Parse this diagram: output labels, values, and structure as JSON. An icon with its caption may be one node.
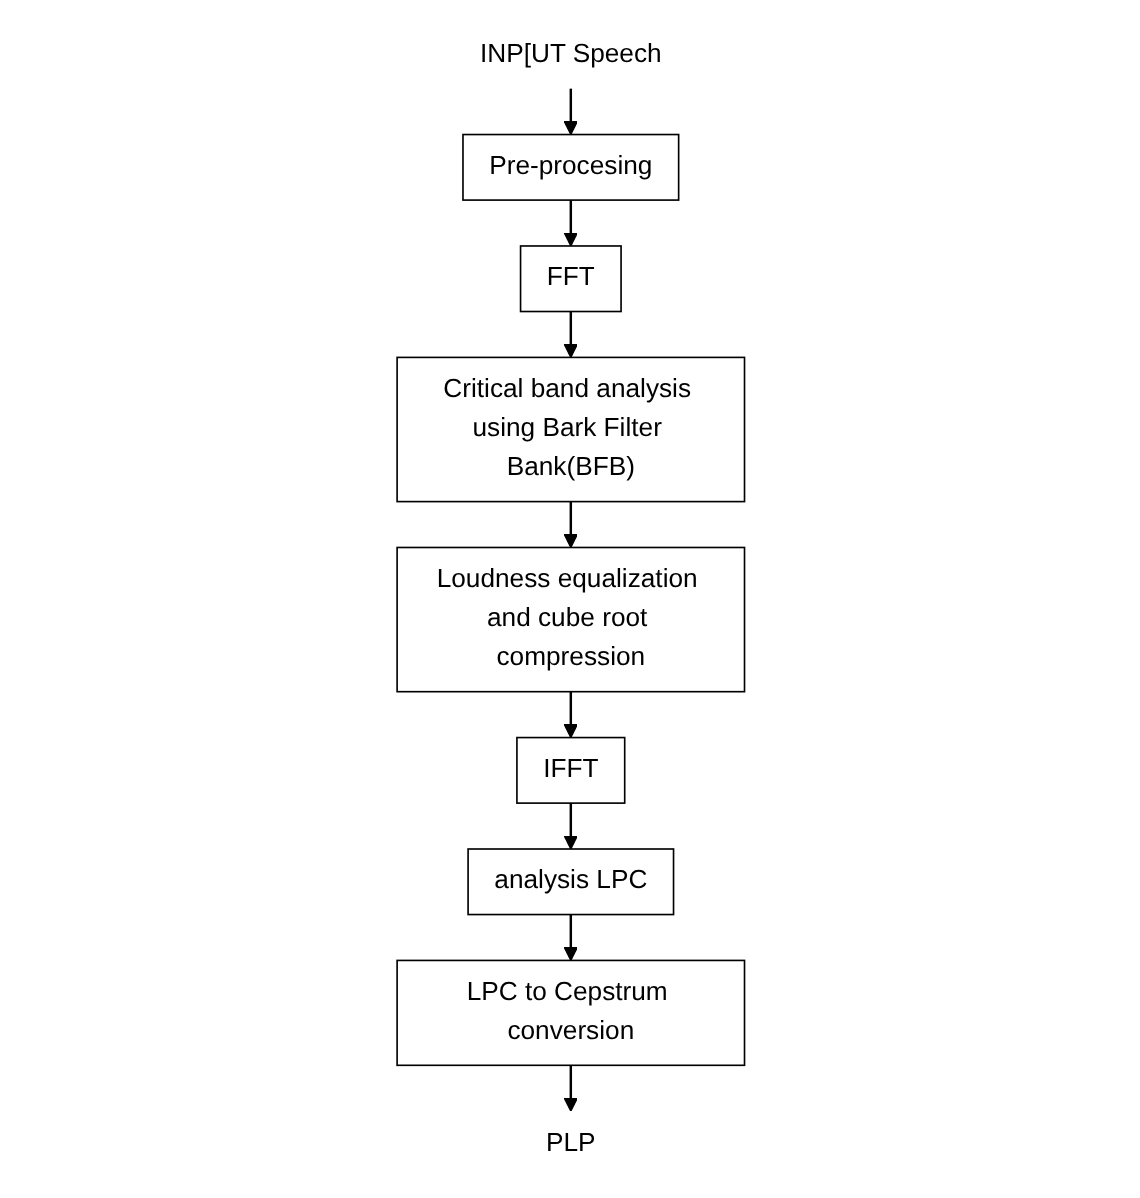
{
  "diagram": {
    "nodes": [
      {
        "text": [
          "INP[UT Speech"
        ]
      },
      {
        "text": [
          "Pre-procesing"
        ]
      },
      {
        "text": [
          "FFT"
        ]
      },
      {
        "text": [
          "Critical band analysis using Bark Filter Bank(BFB)"
        ]
      },
      {
        "text": [
          "Loudness equalization and cube root compression"
        ]
      },
      {
        "text": [
          "IFFT"
        ]
      },
      {
        "text": [
          "analysis LPC"
        ]
      },
      {
        "text": [
          "LPC to Cepstrum conversion"
        ]
      },
      {
        "text": [
          "PLP"
        ]
      }
    ],
    "edges": [
      {
        "from": 0,
        "to": 1,
        "arrow": "to"
      },
      {
        "from": 1,
        "to": 2,
        "arrow": "to"
      },
      {
        "from": 2,
        "to": 3,
        "arrow": "to"
      },
      {
        "from": 3,
        "to": 4,
        "arrow": "to"
      },
      {
        "from": 4,
        "to": 5,
        "arrow": "to"
      },
      {
        "from": 5,
        "to": 6,
        "arrow": "to"
      },
      {
        "from": 6,
        "to": 7,
        "arrow": "to"
      },
      {
        "from": 7,
        "to": 8,
        "arrow": "to"
      }
    ]
  }
}
